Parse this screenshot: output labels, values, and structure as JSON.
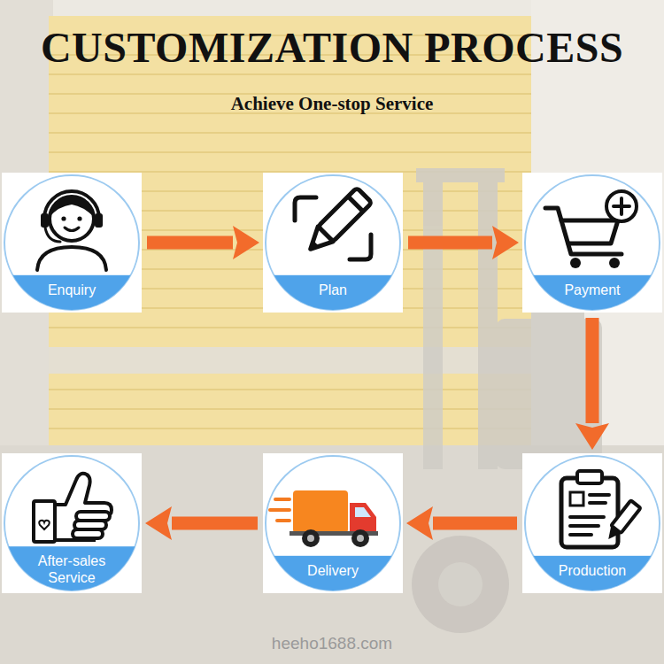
{
  "diagram": {
    "title": "CUSTOMIZATION PROCESS",
    "nodes": [
      {
        "text": [
          "Enquiry"
        ]
      },
      {
        "text": [
          "Plan"
        ]
      },
      {
        "text": [
          "Payment"
        ]
      },
      {
        "text": [
          "After-sales Service"
        ]
      },
      {
        "text": [
          "Delivery"
        ]
      },
      {
        "text": [
          "Production"
        ]
      }
    ],
    "edges": [
      {
        "from": 0,
        "to": 1,
        "arrow": "to"
      },
      {
        "from": 1,
        "to": 2,
        "arrow": "to"
      },
      {
        "from": 2,
        "to": 5,
        "arrow": "to"
      },
      {
        "from": 5,
        "to": 4,
        "arrow": "to"
      },
      {
        "from": 4,
        "to": 3,
        "arrow": "to"
      }
    ],
    "labels": [
      "Achieve One-stop Service",
      "heeho1688.com"
    ]
  }
}
